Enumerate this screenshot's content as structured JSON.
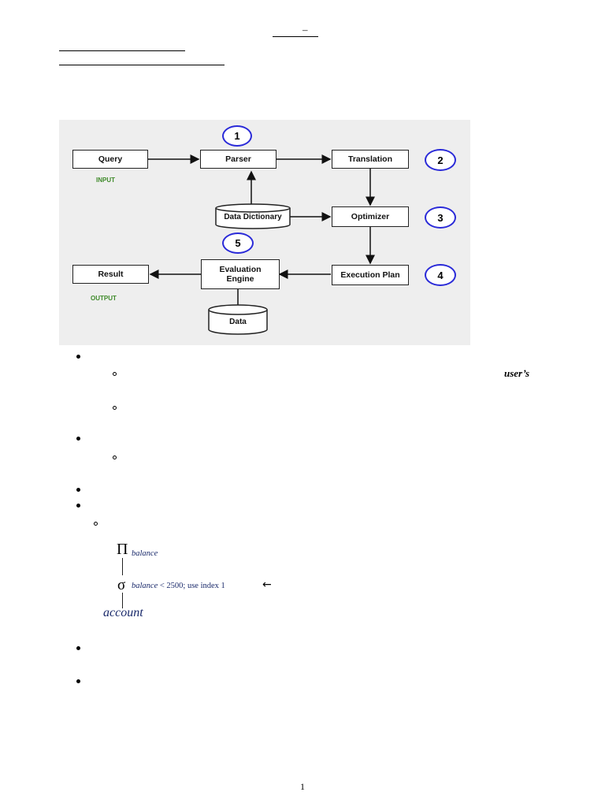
{
  "header": {
    "dash": "–"
  },
  "diagram": {
    "boxes": {
      "query": "Query",
      "parser": "Parser",
      "translation": "Translation",
      "optimizer": "Optimizer",
      "execution_plan": "Execution Plan",
      "evaluation_engine": "Evaluation Engine",
      "result": "Result"
    },
    "cylinders": {
      "data_dictionary": "Data Dictionary",
      "data": "Data"
    },
    "labels": {
      "input": "INPUT",
      "output": "OUTPUT"
    },
    "steps": [
      "1",
      "2",
      "3",
      "4",
      "5"
    ],
    "colors": {
      "circle_border": "#2a2ad8",
      "io_label": "#3f8a2a",
      "figure_bg": "#eeeeee"
    }
  },
  "body": {
    "users_fragment": "user’s"
  },
  "expression": {
    "pi": "Π",
    "pi_sub": "balance",
    "sigma": "σ",
    "sigma_attr": "balance",
    "sigma_rest": " < 2500; use index 1",
    "arrow": "←",
    "relation": "account"
  },
  "footer": {
    "page_number": "1"
  }
}
